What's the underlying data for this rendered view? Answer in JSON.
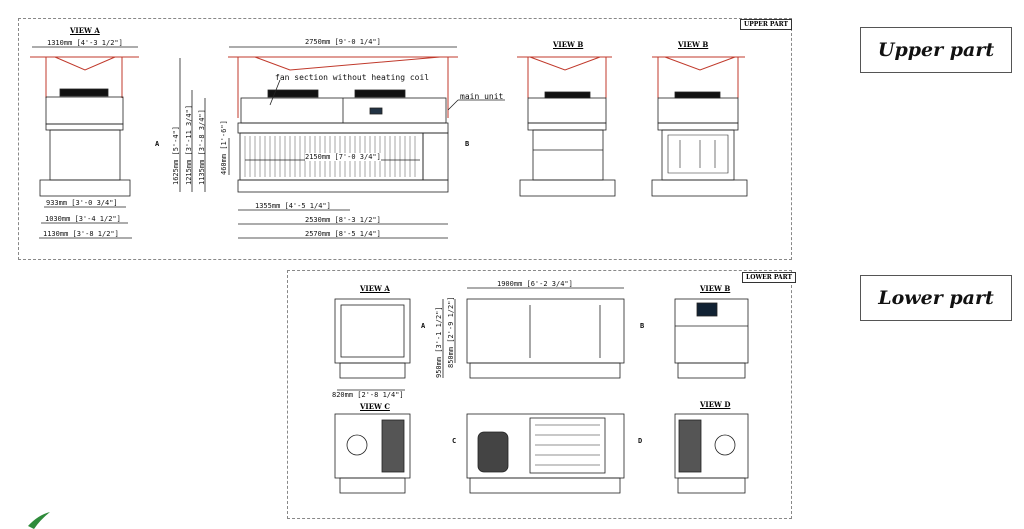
{
  "upper": {
    "tag": "UPPER PART",
    "view_a": {
      "title": "VIEW A",
      "width_top": "1310mm [4'-3 1/2\"]",
      "d1": "933mm [3'-0 3/4\"]",
      "d2": "1030mm [3'-4 1/2\"]",
      "d3": "1130mm [3'-8 1/2\"]"
    },
    "main": {
      "top": "2750mm [9'-0 1/4\"]",
      "fan_label": "fan section without heating coil",
      "main_label": "main unit",
      "h1": "1625mm [5'-4\"]",
      "h2": "1215mm [3'-11 3/4\"]",
      "h3": "1135mm [3'-8 3/4\"]",
      "h4": "460mm [1'-6\"]",
      "coil": "2150mm [7'-0 3/4\"]",
      "b1": "1355mm [4'-5 1/4\"]",
      "b2": "2530mm [8'-3 1/2\"]",
      "b3": "2570mm [8'-5 1/4\"]",
      "arrow_a": "A",
      "arrow_b": "B"
    },
    "view_b1": "VIEW B",
    "view_b2": "VIEW B"
  },
  "lower": {
    "tag": "LOWER PART",
    "view_a": {
      "title": "VIEW A",
      "width": "820mm [2'-8 1/4\"]"
    },
    "main": {
      "top": "1900mm [6'-2 3/4\"]",
      "h1": "950mm [3'-1 1/2\"]",
      "h2": "850mm [2'-9 1/2\"]",
      "arrow_a": "A",
      "arrow_b": "B",
      "arrow_c": "C",
      "arrow_d": "D"
    },
    "view_b": "VIEW B",
    "view_c": "VIEW C",
    "view_d": "VIEW D"
  },
  "labels": {
    "upper": "Upper part",
    "lower": "Lower part"
  },
  "colors": {
    "frame_red": "#c0392b",
    "logo_green": "#2e8b3a"
  }
}
